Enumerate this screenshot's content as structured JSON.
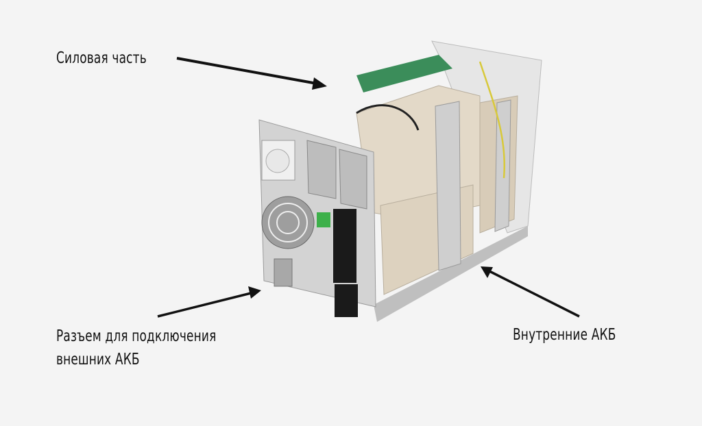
{
  "labels": {
    "power_section": "Силовая часть",
    "external_connector_line1": "Разъем для подключения",
    "external_connector_line2": "внешних АКБ",
    "internal_batteries": "Внутренние АКБ"
  },
  "colors": {
    "background": "#f4f4f4",
    "text": "#111111",
    "battery": "#e3d9c8",
    "metal": "#c9c9c9"
  }
}
